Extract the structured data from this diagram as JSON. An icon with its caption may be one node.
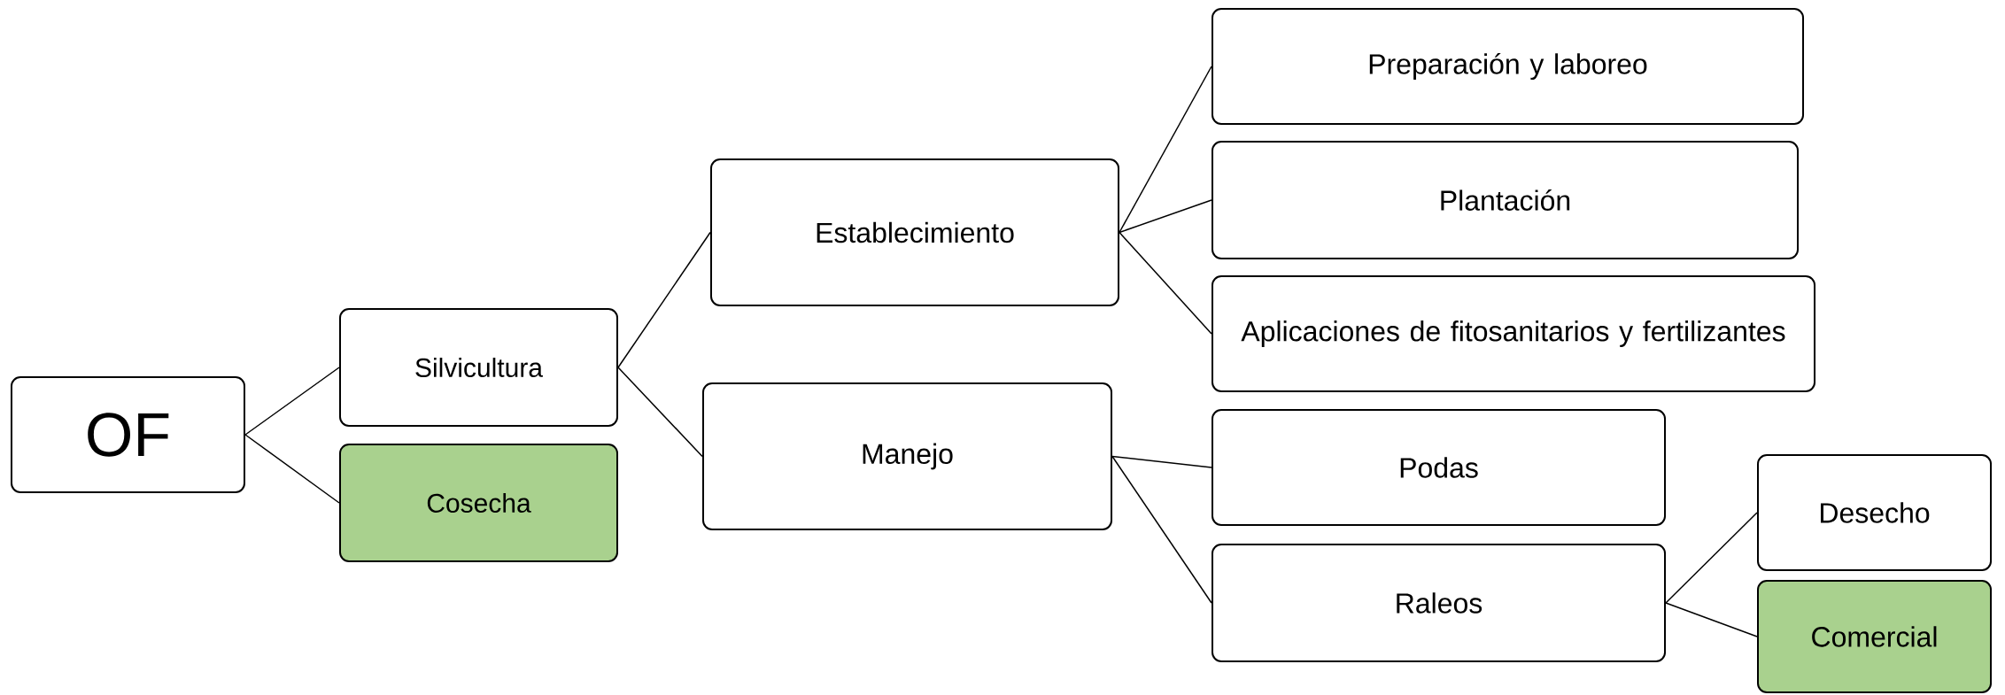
{
  "diagram": {
    "nodes": [
      {
        "text": [
          "OF"
        ]
      },
      {
        "text": [
          "Silvicultura"
        ]
      },
      {
        "text": [
          "Cosecha"
        ]
      },
      {
        "text": [
          "Establecimiento"
        ]
      },
      {
        "text": [
          "Manejo"
        ]
      },
      {
        "text": [
          "Preparación y laboreo"
        ]
      },
      {
        "text": [
          "Plantación"
        ]
      },
      {
        "text": [
          "Aplicaciones de fitosanitarios y fertilizantes"
        ]
      },
      {
        "text": [
          "Podas"
        ]
      },
      {
        "text": [
          "Raleos"
        ]
      },
      {
        "text": [
          "Desecho"
        ]
      },
      {
        "text": [
          "Comercial"
        ]
      }
    ],
    "edges": [
      {
        "from": 0,
        "to": 1,
        "arrow": "none"
      },
      {
        "from": 0,
        "to": 2,
        "arrow": "none"
      },
      {
        "from": 1,
        "to": 3,
        "arrow": "none"
      },
      {
        "from": 1,
        "to": 4,
        "arrow": "none"
      },
      {
        "from": 3,
        "to": 5,
        "arrow": "none"
      },
      {
        "from": 3,
        "to": 6,
        "arrow": "none"
      },
      {
        "from": 3,
        "to": 7,
        "arrow": "none"
      },
      {
        "from": 4,
        "to": 8,
        "arrow": "none"
      },
      {
        "from": 4,
        "to": 9,
        "arrow": "none"
      },
      {
        "from": 9,
        "to": 10,
        "arrow": "none"
      },
      {
        "from": 9,
        "to": 11,
        "arrow": "none"
      }
    ]
  }
}
